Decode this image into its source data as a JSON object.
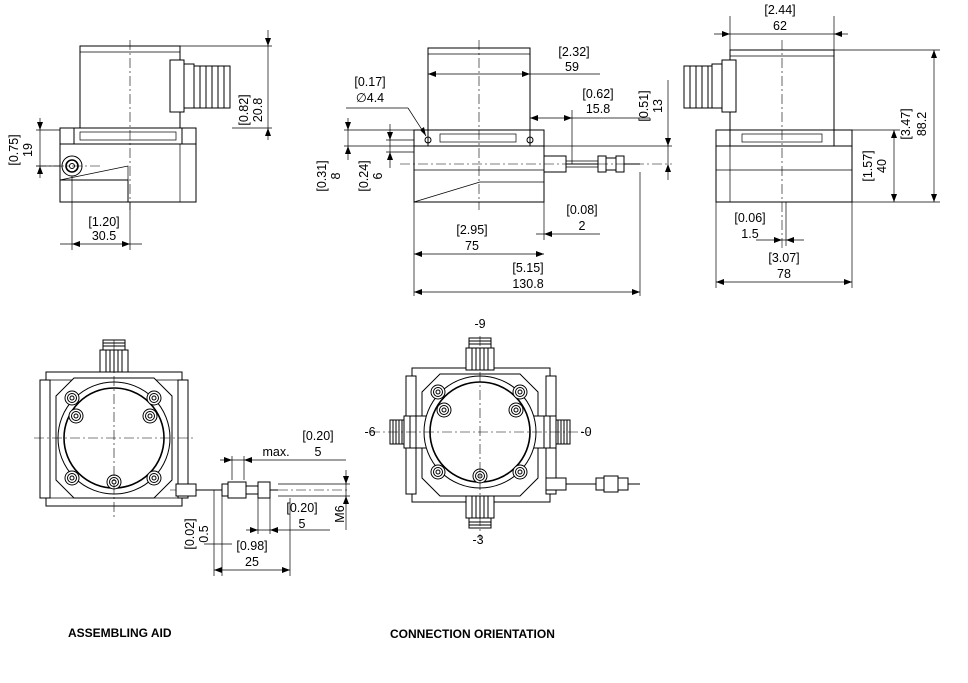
{
  "captions": {
    "assembling_aid": "ASSEMBLING AID",
    "connection_orientation": "CONNECTION ORIENTATION"
  },
  "dims": {
    "side_left": {
      "d075": "[0.75]",
      "d19": "19",
      "d082": "[0.82]",
      "d208": "20.8",
      "d120": "[1.20]",
      "d305": "30.5"
    },
    "front": {
      "d017": "[0.17]",
      "d44": "∅4.4",
      "d232": "[2.32]",
      "d59": "59",
      "d062": "[0.62]",
      "d158": "15.8",
      "d051": "[0.51]",
      "d13": "13",
      "d031": "[0.31]",
      "d8": "8",
      "d024": "[0.24]",
      "d6": "6",
      "d008": "[0.08]",
      "d2": "2",
      "d295": "[2.95]",
      "d75": "75",
      "d515": "[5.15]",
      "d1308": "130.8"
    },
    "side_right": {
      "d244": "[2.44]",
      "d62": "62",
      "d347": "[3.47]",
      "d882": "88.2",
      "d157": "[1.57]",
      "d40": "40",
      "d006": "[0.06]",
      "d15": "1.5",
      "d307": "[3.07]",
      "d78": "78"
    },
    "assembling": {
      "d020a": "[0.20]",
      "max": "max.",
      "d5a": "5",
      "d020b": "[0.20]",
      "d5b": "5",
      "m6": "M6",
      "d002": "[0.02]",
      "d05": "0.5",
      "d098": "[0.98]",
      "d25": "25"
    },
    "orientation": {
      "top": "-9",
      "left": "-6",
      "right": "-0",
      "bottom": "-3"
    }
  }
}
